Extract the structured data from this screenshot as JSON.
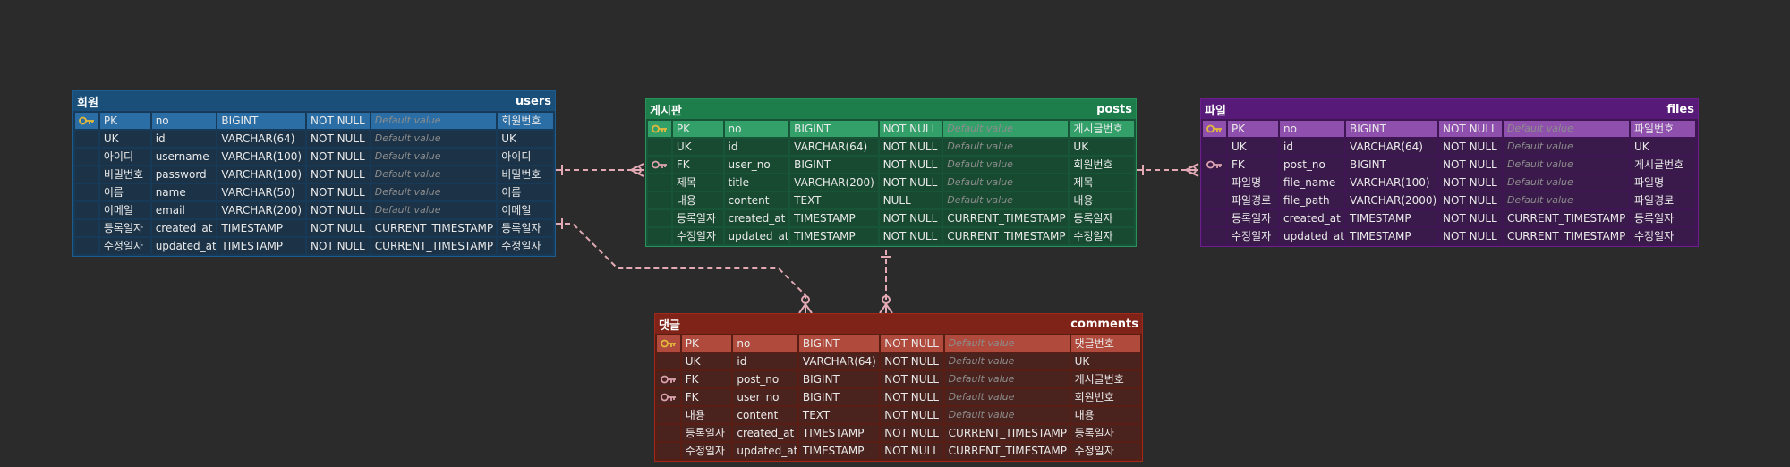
{
  "colors": {
    "canvas": "#2b2b2b",
    "link": "#e3aab5",
    "users": "#1a4f79",
    "posts": "#1d7d4b",
    "files": "#571a78",
    "comments": "#7f2217",
    "pk_key": "#e2b93b",
    "fk_key": "#d9a0ae"
  },
  "entities": {
    "users": {
      "logical": "회원",
      "physical": "users",
      "columns": [
        {
          "key": "PK",
          "name": "no",
          "type": "BIGINT",
          "nullable": "NOT NULL",
          "default": "Default value",
          "comment": "회원번호",
          "icon": "pk"
        },
        {
          "key": "UK",
          "name": "id",
          "type": "VARCHAR(64)",
          "nullable": "NOT NULL",
          "default": "Default value",
          "comment": "UK",
          "icon": ""
        },
        {
          "key": "아이디",
          "name": "username",
          "type": "VARCHAR(100)",
          "nullable": "NOT NULL",
          "default": "Default value",
          "comment": "아이디",
          "icon": ""
        },
        {
          "key": "비밀번호",
          "name": "password",
          "type": "VARCHAR(100)",
          "nullable": "NOT NULL",
          "default": "Default value",
          "comment": "비밀번호",
          "icon": ""
        },
        {
          "key": "이름",
          "name": "name",
          "type": "VARCHAR(50)",
          "nullable": "NOT NULL",
          "default": "Default value",
          "comment": "이름",
          "icon": ""
        },
        {
          "key": "이메일",
          "name": "email",
          "type": "VARCHAR(200)",
          "nullable": "NOT NULL",
          "default": "Default value",
          "comment": "이메일",
          "icon": ""
        },
        {
          "key": "등록일자",
          "name": "created_at",
          "type": "TIMESTAMP",
          "nullable": "NOT NULL",
          "default": "CURRENT_TIMESTAMP",
          "comment": "등록일자",
          "icon": ""
        },
        {
          "key": "수정일자",
          "name": "updated_at",
          "type": "TIMESTAMP",
          "nullable": "NOT NULL",
          "default": "CURRENT_TIMESTAMP",
          "comment": "수정일자",
          "icon": ""
        }
      ]
    },
    "posts": {
      "logical": "게시판",
      "physical": "posts",
      "columns": [
        {
          "key": "PK",
          "name": "no",
          "type": "BIGINT",
          "nullable": "NOT NULL",
          "default": "Default value",
          "comment": "게시글번호",
          "icon": "pk"
        },
        {
          "key": "UK",
          "name": "id",
          "type": "VARCHAR(64)",
          "nullable": "NOT NULL",
          "default": "Default value",
          "comment": "UK",
          "icon": ""
        },
        {
          "key": "FK",
          "name": "user_no",
          "type": "BIGINT",
          "nullable": "NOT NULL",
          "default": "Default value",
          "comment": "회원번호",
          "icon": "fk"
        },
        {
          "key": "제목",
          "name": "title",
          "type": "VARCHAR(200)",
          "nullable": "NOT NULL",
          "default": "Default value",
          "comment": "제목",
          "icon": ""
        },
        {
          "key": "내용",
          "name": "content",
          "type": "TEXT",
          "nullable": "NULL",
          "default": "Default value",
          "comment": "내용",
          "icon": ""
        },
        {
          "key": "등록일자",
          "name": "created_at",
          "type": "TIMESTAMP",
          "nullable": "NOT NULL",
          "default": "CURRENT_TIMESTAMP",
          "comment": "등록일자",
          "icon": ""
        },
        {
          "key": "수정일자",
          "name": "updated_at",
          "type": "TIMESTAMP",
          "nullable": "NOT NULL",
          "default": "CURRENT_TIMESTAMP",
          "comment": "수정일자",
          "icon": ""
        }
      ]
    },
    "files": {
      "logical": "파일",
      "physical": "files",
      "columns": [
        {
          "key": "PK",
          "name": "no",
          "type": "BIGINT",
          "nullable": "NOT NULL",
          "default": "Default value",
          "comment": "파일번호",
          "icon": "pk"
        },
        {
          "key": "UK",
          "name": "id",
          "type": "VARCHAR(64)",
          "nullable": "NOT NULL",
          "default": "Default value",
          "comment": "UK",
          "icon": ""
        },
        {
          "key": "FK",
          "name": "post_no",
          "type": "BIGINT",
          "nullable": "NOT NULL",
          "default": "Default value",
          "comment": "게시글번호",
          "icon": "fk"
        },
        {
          "key": "파일명",
          "name": "file_name",
          "type": "VARCHAR(100)",
          "nullable": "NOT NULL",
          "default": "Default value",
          "comment": "파일명",
          "icon": ""
        },
        {
          "key": "파일경로",
          "name": "file_path",
          "type": "VARCHAR(2000)",
          "nullable": "NOT NULL",
          "default": "Default value",
          "comment": "파일경로",
          "icon": ""
        },
        {
          "key": "등록일자",
          "name": "created_at",
          "type": "TIMESTAMP",
          "nullable": "NOT NULL",
          "default": "CURRENT_TIMESTAMP",
          "comment": "등록일자",
          "icon": ""
        },
        {
          "key": "수정일자",
          "name": "updated_at",
          "type": "TIMESTAMP",
          "nullable": "NOT NULL",
          "default": "CURRENT_TIMESTAMP",
          "comment": "수정일자",
          "icon": ""
        }
      ]
    },
    "comments": {
      "logical": "댓글",
      "physical": "comments",
      "columns": [
        {
          "key": "PK",
          "name": "no",
          "type": "BIGINT",
          "nullable": "NOT NULL",
          "default": "Default value",
          "comment": "댓글번호",
          "icon": "pk"
        },
        {
          "key": "UK",
          "name": "id",
          "type": "VARCHAR(64)",
          "nullable": "NOT NULL",
          "default": "Default value",
          "comment": "UK",
          "icon": ""
        },
        {
          "key": "FK",
          "name": "post_no",
          "type": "BIGINT",
          "nullable": "NOT NULL",
          "default": "Default value",
          "comment": "게시글번호",
          "icon": "fk"
        },
        {
          "key": "FK",
          "name": "user_no",
          "type": "BIGINT",
          "nullable": "NOT NULL",
          "default": "Default value",
          "comment": "회원번호",
          "icon": "fk"
        },
        {
          "key": "내용",
          "name": "content",
          "type": "TEXT",
          "nullable": "NOT NULL",
          "default": "Default value",
          "comment": "내용",
          "icon": ""
        },
        {
          "key": "등록일자",
          "name": "created_at",
          "type": "TIMESTAMP",
          "nullable": "NOT NULL",
          "default": "CURRENT_TIMESTAMP",
          "comment": "등록일자",
          "icon": ""
        },
        {
          "key": "수정일자",
          "name": "updated_at",
          "type": "TIMESTAMP",
          "nullable": "NOT NULL",
          "default": "CURRENT_TIMESTAMP",
          "comment": "수정일자",
          "icon": ""
        }
      ]
    }
  },
  "relations": [
    {
      "from": "users",
      "to": "posts"
    },
    {
      "from": "users",
      "to": "comments"
    },
    {
      "from": "posts",
      "to": "comments"
    },
    {
      "from": "posts",
      "to": "files"
    }
  ]
}
